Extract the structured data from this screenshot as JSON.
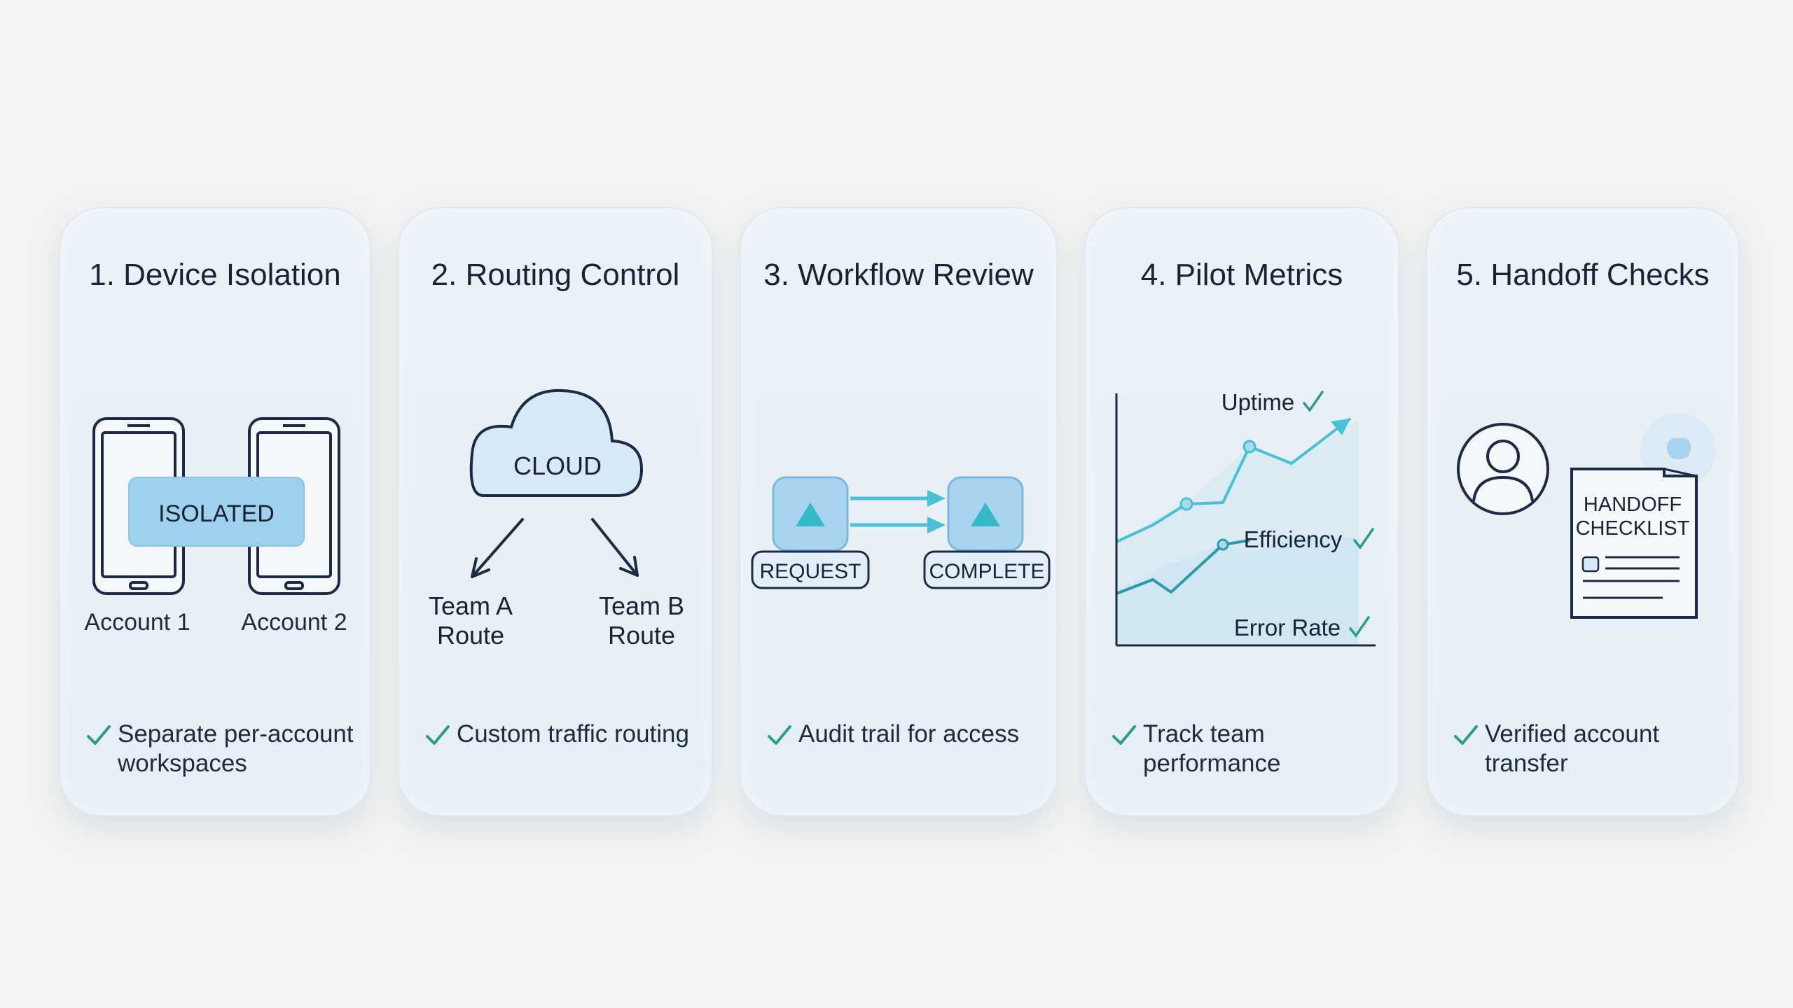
{
  "cards": [
    {
      "title": "1. Device Isolation",
      "badge": "ISOLATED",
      "labels": [
        "Account 1",
        "Account 2"
      ],
      "feature": "Separate per-account workspaces"
    },
    {
      "title": "2. Routing Control",
      "cloud": "CLOUD",
      "routes": [
        {
          "line1": "Team A",
          "line2": "Route"
        },
        {
          "line1": "Team B",
          "line2": "Route"
        }
      ],
      "feature": "Custom traffic routing"
    },
    {
      "title": "3. Workflow Review",
      "boxes": [
        "REQUEST",
        "COMPLETE"
      ],
      "feature": "Audit trail for access"
    },
    {
      "title": "4. Pilot Metrics",
      "metrics": [
        "Uptime",
        "Efficiency",
        "Error Rate"
      ],
      "feature": "Track team performance"
    },
    {
      "title": "5. Handoff Checks",
      "doc": {
        "line1": "HANDOFF",
        "line2": "CHECKLIST"
      },
      "feature": "Verified account transfer"
    }
  ],
  "colors": {
    "accent": "#2a9a8a",
    "line": "#1e2a44",
    "badge": "#9fd0ee",
    "arrow": "#48c0d8"
  }
}
